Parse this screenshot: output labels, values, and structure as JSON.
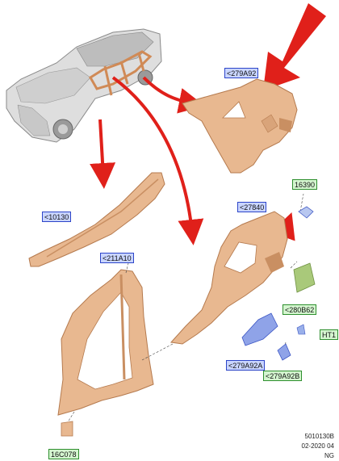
{
  "labels": {
    "rear_quarter_outer": "<279A92",
    "rear_quarter_inner": "<27840",
    "rocker": "<10130",
    "body_side": "<211A10",
    "part_16390": "16390",
    "part_280B62": "<280B62",
    "part_ht1": "HT1",
    "part_279A92A": "<279A92A",
    "part_279A92B": "<279A92B",
    "part_16C078": "16C078"
  },
  "footer": {
    "drawing_number": "5010130B",
    "date": "02-2020 04",
    "region": "NG"
  },
  "colors": {
    "panel": "#e8b890",
    "panel_stroke": "#b57a4e",
    "arrow_red": "#e0201a",
    "bracket_blue": "#8fa3e8",
    "bracket_green": "#a9c97a",
    "car_body": "#d9d9d9"
  }
}
